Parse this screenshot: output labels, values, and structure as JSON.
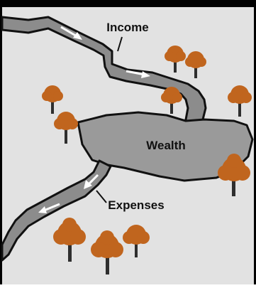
{
  "diagram": {
    "labels": {
      "income": "Income",
      "wealth": "Wealth",
      "expenses": "Expenses"
    },
    "colors": {
      "background": "#e2e2e2",
      "frame": "#000000",
      "river_fill": "#8c8c8c",
      "lake_fill": "#9a9a9a",
      "outline": "#111111",
      "flow_arrow": "#ffffff",
      "tree_foliage": "#c0651e",
      "tree_trunk": "#2e2e2e"
    },
    "elements": {
      "inflow_river": "income stream flowing into the lake",
      "lake": "wealth reservoir",
      "outflow_river": "expenses stream draining the lake",
      "trees": 10
    }
  }
}
